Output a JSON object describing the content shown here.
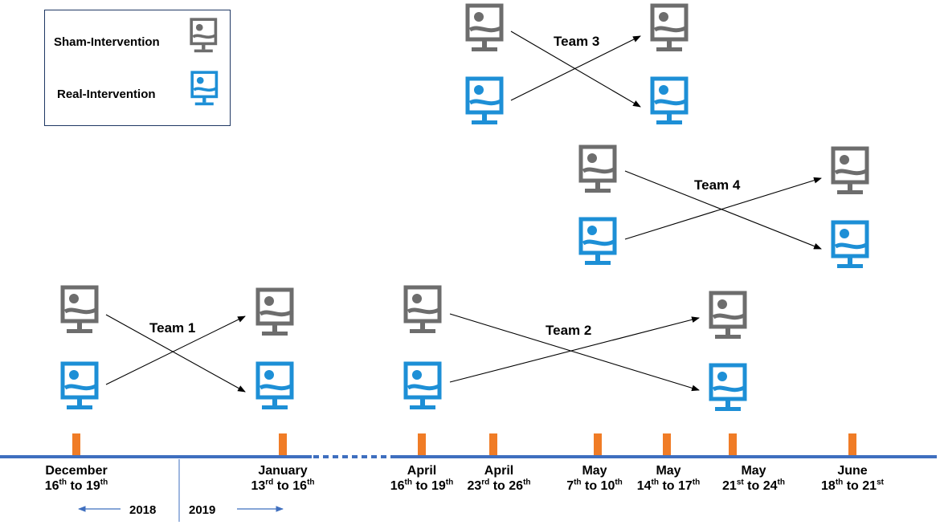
{
  "legend": {
    "sham_label": "Sham-Intervention",
    "real_label": "Real-Intervention"
  },
  "colors": {
    "sham": "#6d6d6d",
    "real": "#1d8fd6",
    "timeline": "#3f6fbf",
    "tick": "#f07c26",
    "arrow": "#000000"
  },
  "teams": [
    {
      "label": "Team 1"
    },
    {
      "label": "Team 2"
    },
    {
      "label": "Team 3"
    },
    {
      "label": "Team 4"
    }
  ],
  "dates": [
    {
      "line1": "December",
      "day1": "16",
      "suf1": "th",
      "mid": " to ",
      "day2": "19",
      "suf2": "th"
    },
    {
      "line1": "January",
      "day1": "13",
      "suf1": "rd",
      "mid": " to ",
      "day2": "16",
      "suf2": "th"
    },
    {
      "line1": "April",
      "day1": "16",
      "suf1": "th",
      "mid": " to ",
      "day2": "19",
      "suf2": "th"
    },
    {
      "line1": "April",
      "day1": "23",
      "suf1": "rd",
      "mid": " to ",
      "day2": "26",
      "suf2": "th"
    },
    {
      "line1": "May",
      "day1": "7",
      "suf1": "th",
      "mid": " to ",
      "day2": "10",
      "suf2": "th"
    },
    {
      "line1": "May",
      "day1": "14",
      "suf1": "th",
      "mid": " to ",
      "day2": "17",
      "suf2": "th"
    },
    {
      "line1": "May",
      "day1": "21",
      "suf1": "st",
      "mid": " to ",
      "day2": "24",
      "suf2": "th"
    },
    {
      "line1": "June",
      "day1": "18",
      "suf1": "th",
      "mid": " to ",
      "day2": "21",
      "suf2": "st"
    }
  ],
  "years": {
    "left": "2018",
    "right": "2019"
  }
}
